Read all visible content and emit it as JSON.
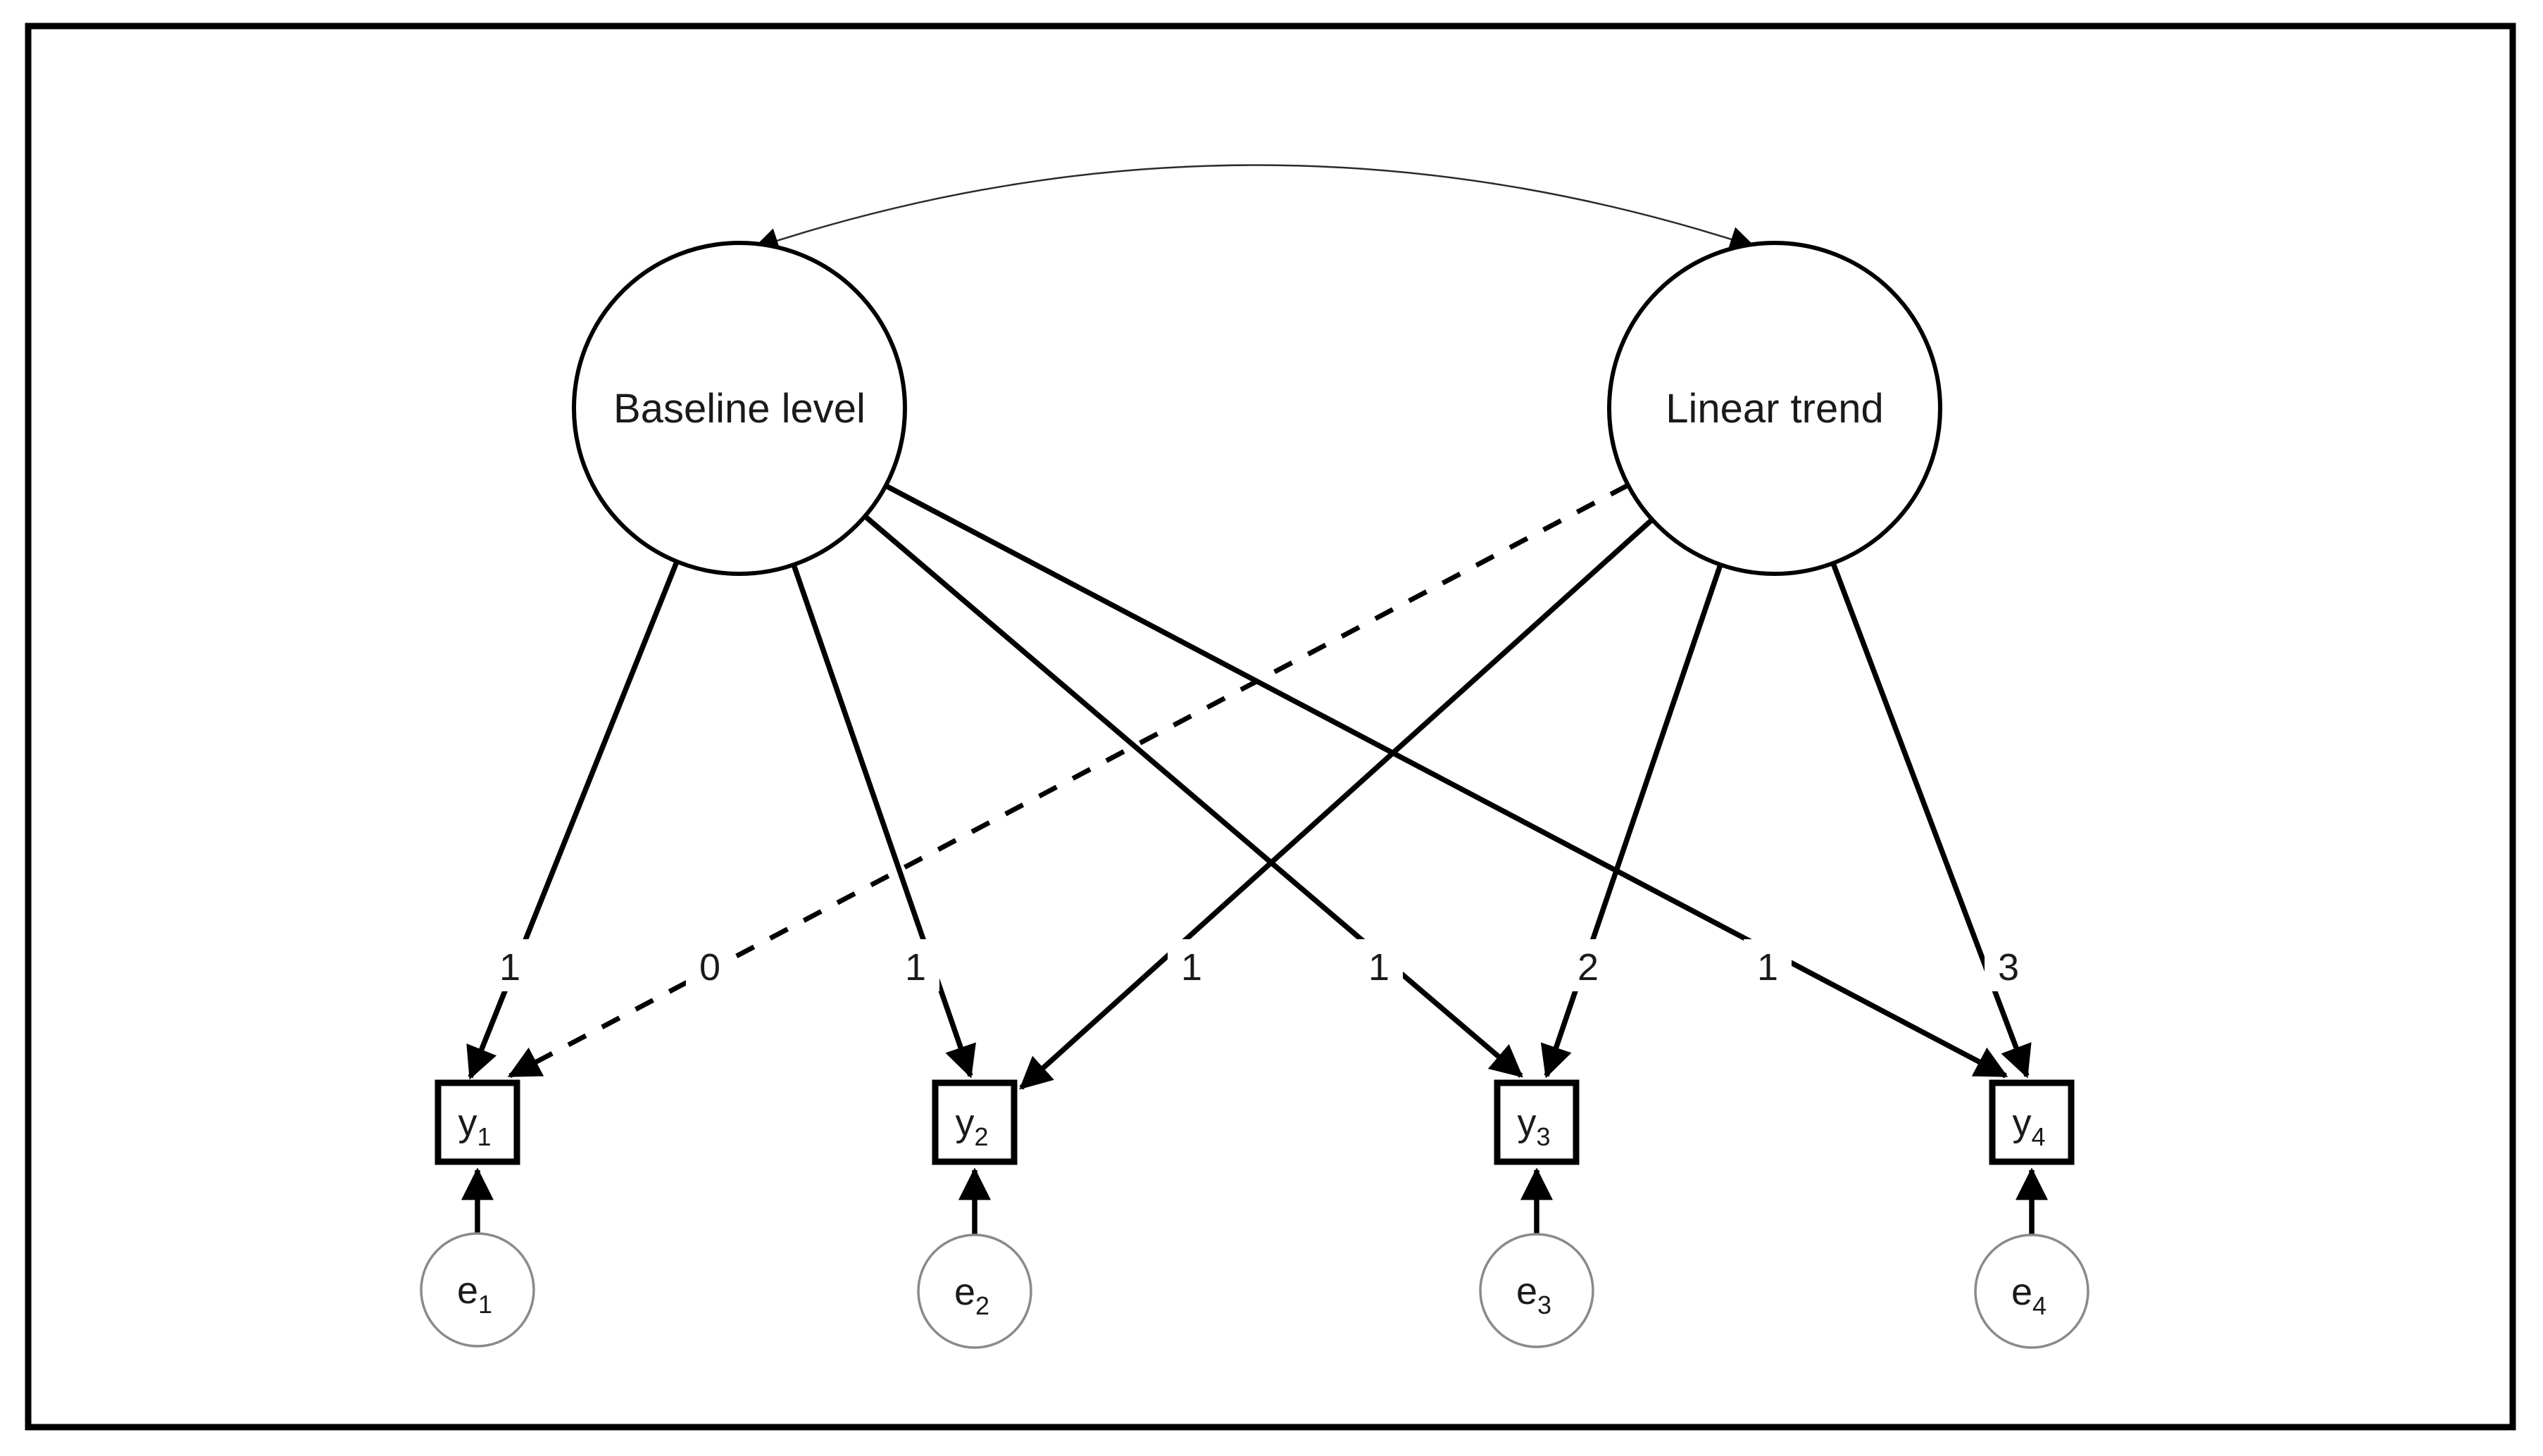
{
  "diagram": {
    "latent_variables": [
      {
        "label": "Baseline level"
      },
      {
        "label": "Linear trend"
      }
    ],
    "observed_variables": [
      {
        "base": "y",
        "sub": "1"
      },
      {
        "base": "y",
        "sub": "2"
      },
      {
        "base": "y",
        "sub": "3"
      },
      {
        "base": "y",
        "sub": "4"
      }
    ],
    "error_terms": [
      {
        "base": "e",
        "sub": "1"
      },
      {
        "base": "e",
        "sub": "2"
      },
      {
        "base": "e",
        "sub": "3"
      },
      {
        "base": "e",
        "sub": "4"
      }
    ],
    "paths": [
      {
        "from": "Baseline level",
        "to": "y1",
        "label": "1",
        "style": "solid"
      },
      {
        "from": "Linear trend",
        "to": "y1",
        "label": "0",
        "style": "dashed"
      },
      {
        "from": "Baseline level",
        "to": "y2",
        "label": "1",
        "style": "solid"
      },
      {
        "from": "Linear trend",
        "to": "y2",
        "label": "1",
        "style": "solid"
      },
      {
        "from": "Baseline level",
        "to": "y3",
        "label": "1",
        "style": "solid"
      },
      {
        "from": "Linear trend",
        "to": "y3",
        "label": "2",
        "style": "solid"
      },
      {
        "from": "Baseline level",
        "to": "y4",
        "label": "1",
        "style": "solid"
      },
      {
        "from": "Linear trend",
        "to": "y4",
        "label": "3",
        "style": "solid"
      },
      {
        "from": "Baseline level",
        "to": "Linear trend",
        "style": "curved-double-arrow"
      },
      {
        "from": "e1",
        "to": "y1",
        "style": "solid"
      },
      {
        "from": "e2",
        "to": "y2",
        "style": "solid"
      },
      {
        "from": "e3",
        "to": "y3",
        "style": "solid"
      },
      {
        "from": "e4",
        "to": "y4",
        "style": "solid"
      }
    ],
    "colors": {
      "shape_stroke": "#000000",
      "error_stroke": "#8a8a8a",
      "text": "#1a1a1a",
      "background": "#ffffff"
    }
  }
}
